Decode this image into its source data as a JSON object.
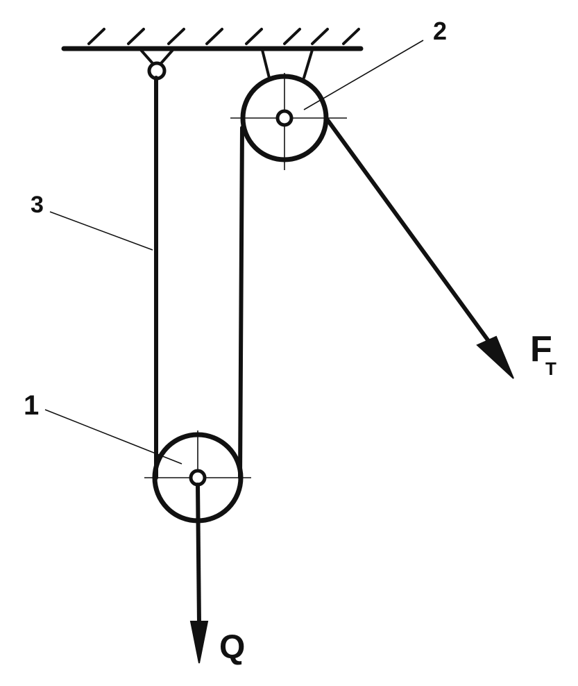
{
  "labels": {
    "pulley_movable": "1",
    "pulley_fixed": "2",
    "rope": "3",
    "force_pull": "F",
    "force_pull_subscript": "T",
    "load": "Q"
  },
  "colors": {
    "ink": "#111111",
    "background": "#ffffff"
  }
}
